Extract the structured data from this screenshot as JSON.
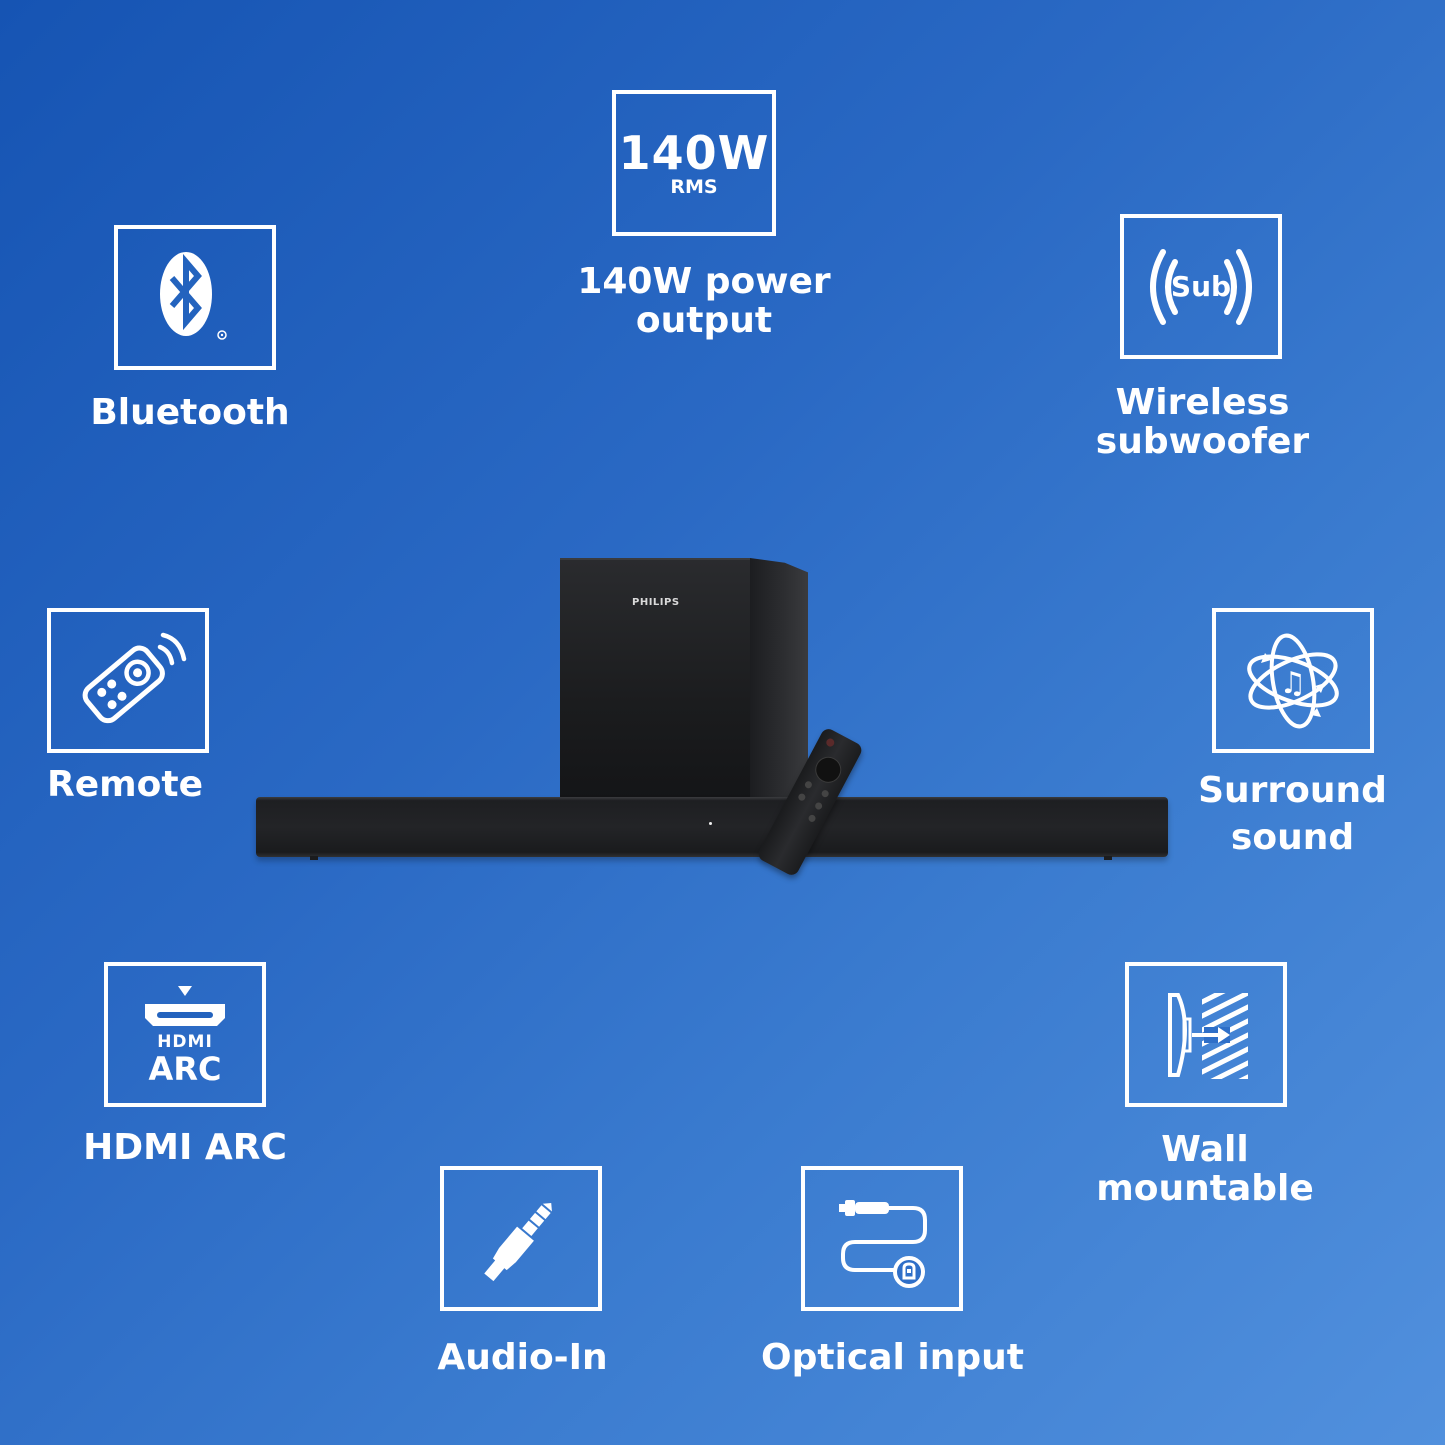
{
  "background": {
    "gradient_colors": [
      "#1654b3",
      "#2a69c4",
      "#3a7bcf",
      "#5190dd"
    ],
    "text_color": "#ffffff"
  },
  "product": {
    "brand": "PHILIPS",
    "items": [
      "soundbar",
      "wireless subwoofer",
      "remote control"
    ]
  },
  "features": {
    "power": {
      "icon": "power-rating-icon",
      "icon_value": "140W",
      "icon_unit": "RMS",
      "label_line1": "140W power",
      "label_line2": "output"
    },
    "bluetooth": {
      "icon": "bluetooth-icon",
      "label": "Bluetooth"
    },
    "wireless_subwoofer": {
      "icon": "wireless-sub-icon",
      "icon_text": "Sub",
      "label_line1": "Wireless",
      "label_line2": "subwoofer"
    },
    "remote": {
      "icon": "remote-icon",
      "label": "Remote"
    },
    "surround": {
      "icon": "surround-sound-icon",
      "label_line1": "Surround",
      "label_line2": "sound"
    },
    "hdmi_arc": {
      "icon": "hdmi-arc-icon",
      "icon_text_top": "HDMI",
      "icon_text_bottom": "ARC",
      "label": "HDMI ARC"
    },
    "wall_mount": {
      "icon": "wall-mount-icon",
      "label_line1": "Wall",
      "label_line2": "mountable"
    },
    "audio_in": {
      "icon": "audio-jack-icon",
      "label": "Audio-In"
    },
    "optical": {
      "icon": "optical-cable-icon",
      "label": "Optical input"
    }
  }
}
